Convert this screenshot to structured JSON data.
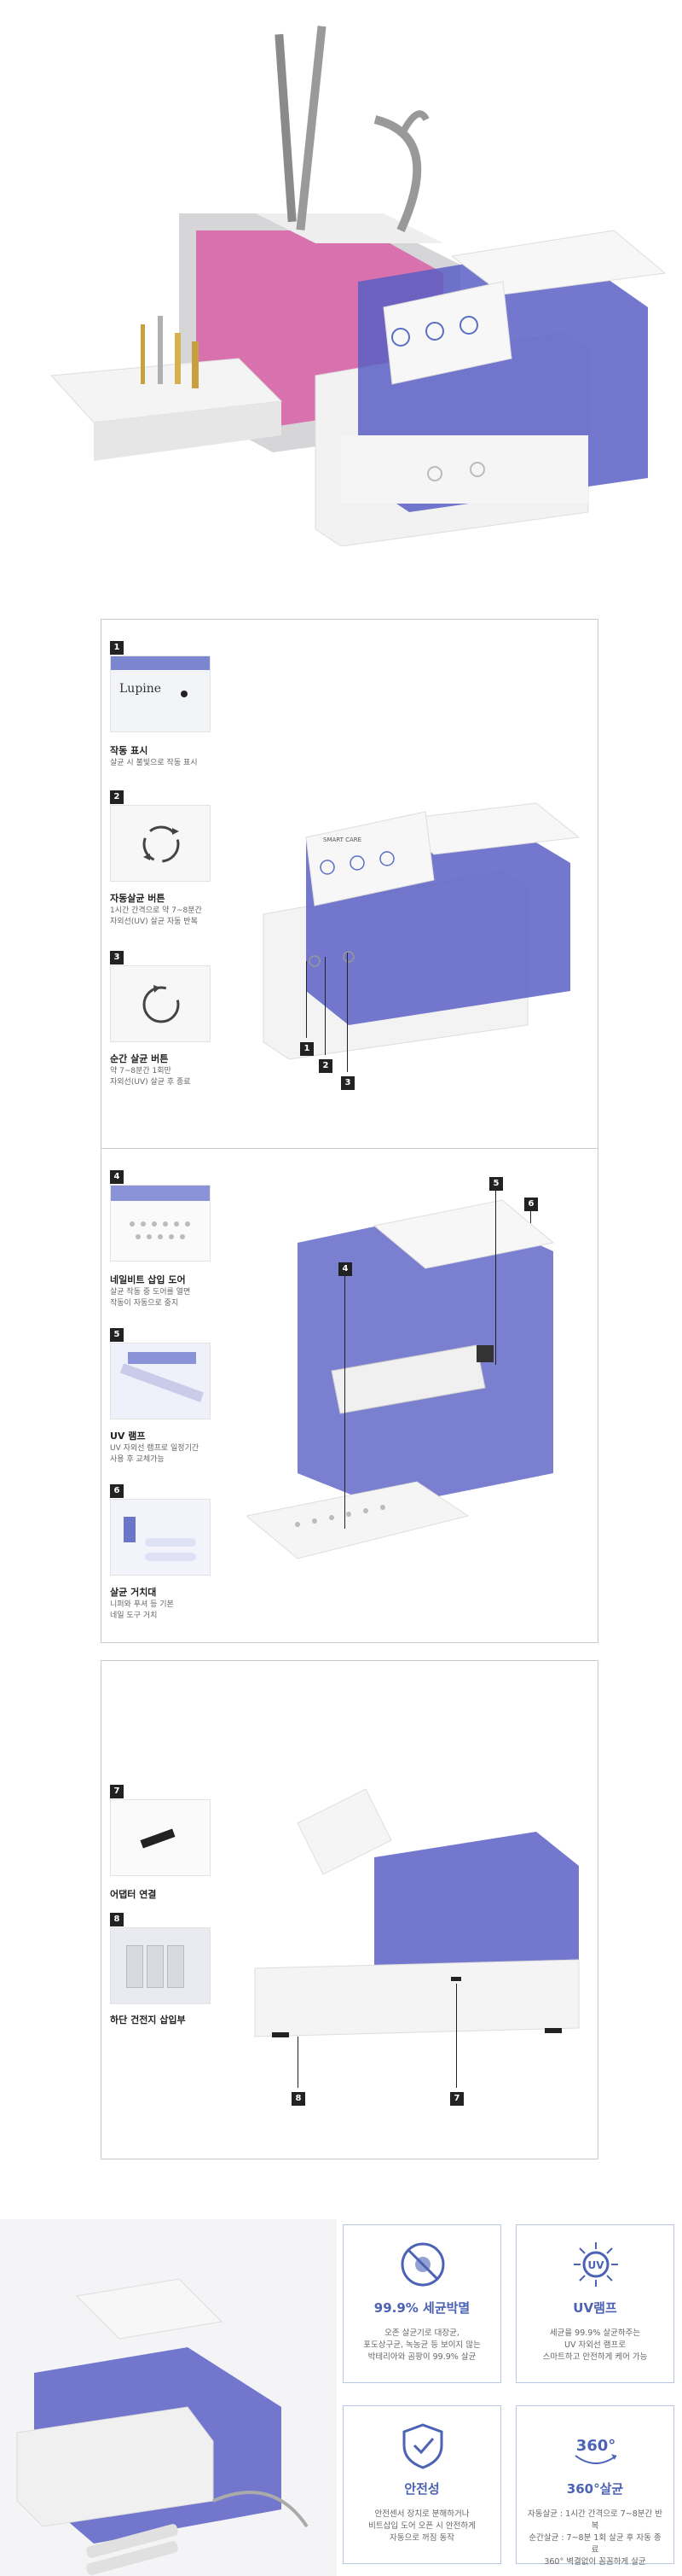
{
  "section1": {
    "items": [
      {
        "num": "1",
        "title": "작동 표시",
        "desc": [
          "살균 시 불빛으로 작동 표시"
        ]
      },
      {
        "num": "2",
        "title": "자동살균 버튼",
        "desc": [
          "1시간 간격으로 약 7~8분간",
          "자외선(UV) 살균 자동 반복"
        ]
      },
      {
        "num": "3",
        "title": "순간 살균 버튼",
        "desc": [
          "약 7~8분간 1회만",
          "자외선(UV) 살균 후 종료"
        ]
      }
    ],
    "callouts": [
      "1",
      "2",
      "3"
    ],
    "device_label": "SMART CARE",
    "brand": "Lupine"
  },
  "section2": {
    "items": [
      {
        "num": "4",
        "title": "네일비트 삽입 도어",
        "desc": [
          "살균 작동 중 도어를 열면",
          "작동이 자동으로 중지"
        ]
      },
      {
        "num": "5",
        "title": "UV 램프",
        "desc": [
          "UV 자외선 램프로 일정기간",
          "사용 후 교체가능"
        ]
      },
      {
        "num": "6",
        "title": "살균 거치대",
        "desc": [
          "니퍼와 푸셔 등 기본",
          "네일 도구 거치"
        ]
      }
    ],
    "callouts": [
      "4",
      "5",
      "6"
    ]
  },
  "section3": {
    "items": [
      {
        "num": "7",
        "title": "어댑터 연결",
        "desc": []
      },
      {
        "num": "8",
        "title": "하단 건전지 삽입부",
        "desc": []
      }
    ],
    "callouts": [
      "8",
      "7"
    ]
  },
  "features": [
    {
      "title": "99.9% 세균박멸",
      "icon": "no-bacteria-icon",
      "desc": [
        "오존 살균기로 대장균,",
        "포도상구균, 녹농균 등 보이지 않는",
        "박테리아와 곰팡이 99.9% 살균"
      ]
    },
    {
      "title": "UV램프",
      "icon": "uv-sun-icon",
      "desc": [
        "세균을 99.9% 살균하주는",
        "UV 자외선 램프로",
        "스마트하고 안전하게 케어 가능"
      ]
    },
    {
      "title": "안전성",
      "icon": "shield-check-icon",
      "desc": [
        "안전센서 장치로 분해하거나",
        "비트삽입 도어 오픈 시 안전하게",
        "자동으로 꺼짐 동작"
      ]
    },
    {
      "title": "360°살균",
      "icon": "360-icon",
      "desc": [
        "자동살균 : 1시간 간격으로 7~8분간 반복",
        "순간살균 : 7~8분 1회 살균 후 자동 종료",
        "360° 벽결없이 꼼꼼하게 살균"
      ]
    }
  ],
  "colors": {
    "accent": "#4b62b5",
    "purple": "#5a5fc4",
    "pink": "#d94fa0"
  }
}
